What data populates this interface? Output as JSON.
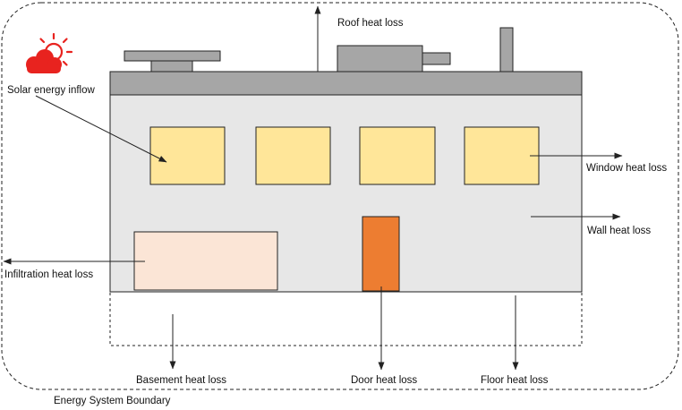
{
  "labels": {
    "roof_heat_loss": "Roof heat loss",
    "solar_energy_inflow": "Solar energy inflow",
    "window_heat_loss": "Window heat loss",
    "wall_heat_loss": "Wall heat loss",
    "infiltration_heat_loss": "Infiltration heat loss",
    "basement_heat_loss": "Basement heat loss",
    "door_heat_loss": "Door heat loss",
    "floor_heat_loss": "Floor heat loss",
    "energy_system_boundary": "Energy System Boundary"
  },
  "colors": {
    "roof": "#a6a6a6",
    "wall": "#e7e7e7",
    "window": "#ffe699",
    "infiltration_panel": "#fbe5d6",
    "door": "#ed7d31",
    "sun": "#e8231f",
    "stroke": "#222222"
  },
  "icons": [
    "sun-cloud-icon"
  ]
}
